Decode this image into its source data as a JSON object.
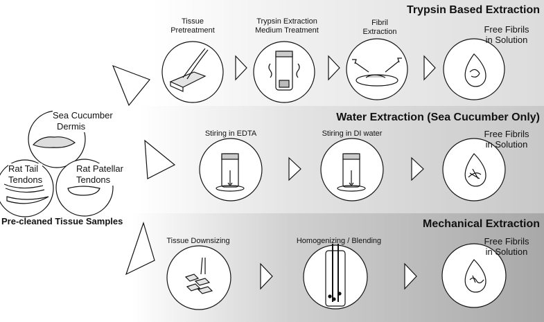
{
  "samples": {
    "sea_cucumber": [
      "Sea Cucumber",
      "Dermis"
    ],
    "rat_tail": [
      "Rat Tail",
      "Tendons"
    ],
    "rat_patellar": [
      "Rat Patellar",
      "Tendons"
    ],
    "caption": "Pre-cleaned Tissue Samples"
  },
  "rows": {
    "trypsin": {
      "title": "Trypsin Based Extraction",
      "steps": [
        [
          "Tissue",
          "Pretreatment"
        ],
        [
          "Trypsin Extraction",
          "Medium Treatment"
        ],
        [
          "Fibril",
          "Extraction"
        ]
      ],
      "result": [
        "Free Fibrils",
        "in Solution"
      ]
    },
    "water": {
      "title": "Water Extraction (Sea Cucumber Only)",
      "steps": [
        "Stiring in EDTA",
        "Stiring in DI water"
      ],
      "result": [
        "Free Fibrils",
        "in Solution"
      ]
    },
    "mechanical": {
      "title": "Mechanical Extraction",
      "steps": [
        "Tissue Downsizing",
        "Homogenizing / Blending"
      ],
      "result": [
        "Free Fibrils",
        "in Solution"
      ]
    }
  }
}
